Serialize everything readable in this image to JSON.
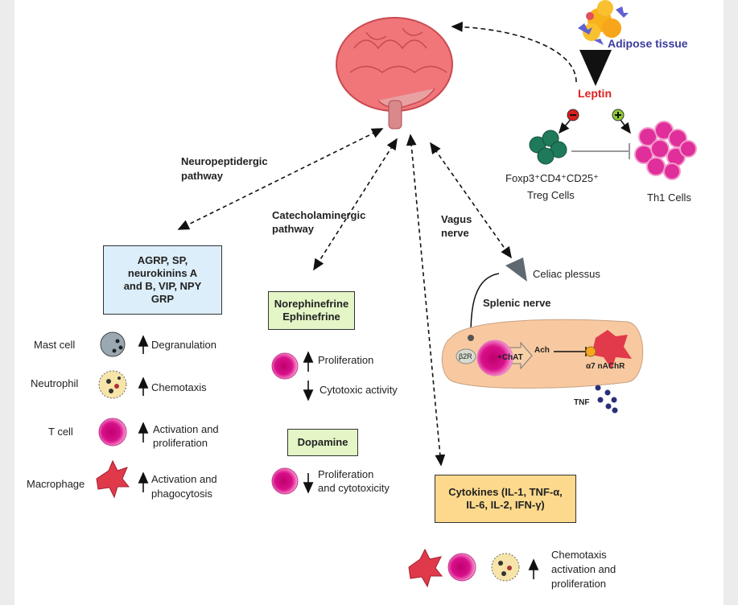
{
  "adipose": {
    "label": "Adipose tissue",
    "leptin": "Leptin"
  },
  "treg": {
    "line1": "Foxp3⁺CD4⁺CD25⁺",
    "line2": "Treg Cells"
  },
  "th1": {
    "label": "Th1 Cells"
  },
  "pathways": {
    "neuropeptidergic": [
      "Neuropeptidergic",
      "pathway"
    ],
    "catecholaminergic": [
      "Catecholaminergic",
      "pathway"
    ],
    "vagus": [
      "Vagus",
      "nerve"
    ]
  },
  "neuropeptide_box": [
    "AGRP, SP,",
    "neurokinins A",
    "and B, VIP, NPY",
    "GRP"
  ],
  "left_cells": [
    {
      "cell": "Mast cell",
      "effect": [
        "Degranulation"
      ],
      "dir": "up"
    },
    {
      "cell": "Neutrophil",
      "effect": [
        "Chemotaxis"
      ],
      "dir": "up"
    },
    {
      "cell": "T cell",
      "effect": [
        "Activation and",
        "proliferation"
      ],
      "dir": "up"
    },
    {
      "cell": "Macrophage",
      "effect": [
        "Activation and",
        "phagocytosis"
      ],
      "dir": "up"
    }
  ],
  "catechol_box": [
    "Norephinefrine",
    "Ephinefrine"
  ],
  "catechol_effects": {
    "up": "Proliferation",
    "down": "Cytotoxic activity"
  },
  "dopamine_box": "Dopamine",
  "dopamine_effects": [
    "Proliferation",
    "and cytotoxicity"
  ],
  "vagus_detail": {
    "celiac": "Celiac plessus",
    "splenic": "Splenic nerve",
    "b2r": "β2R",
    "chat": "+ChAT",
    "ach": "Ach",
    "receptor": "α7 nAChR",
    "tnf": "TNF"
  },
  "cytokines_box": [
    "Cytokines (IL-1, TNF-α,",
    "IL-6, IL-2, IFN-γ)"
  ],
  "cytokine_effects": [
    "Chemotaxis",
    "activation and",
    "proliferation"
  ],
  "colors": {
    "brain": "#f0767a",
    "adipose_text": "#3b3b9c",
    "leptin": "#e02020",
    "treg": "#1f7a5a",
    "th1": "#e02e9a",
    "neuropeptide_box": "#dceefa",
    "catechol_box": "#e4f5c6",
    "cytokine_box": "#fcd98c",
    "spleen": "#f8c9a0"
  }
}
